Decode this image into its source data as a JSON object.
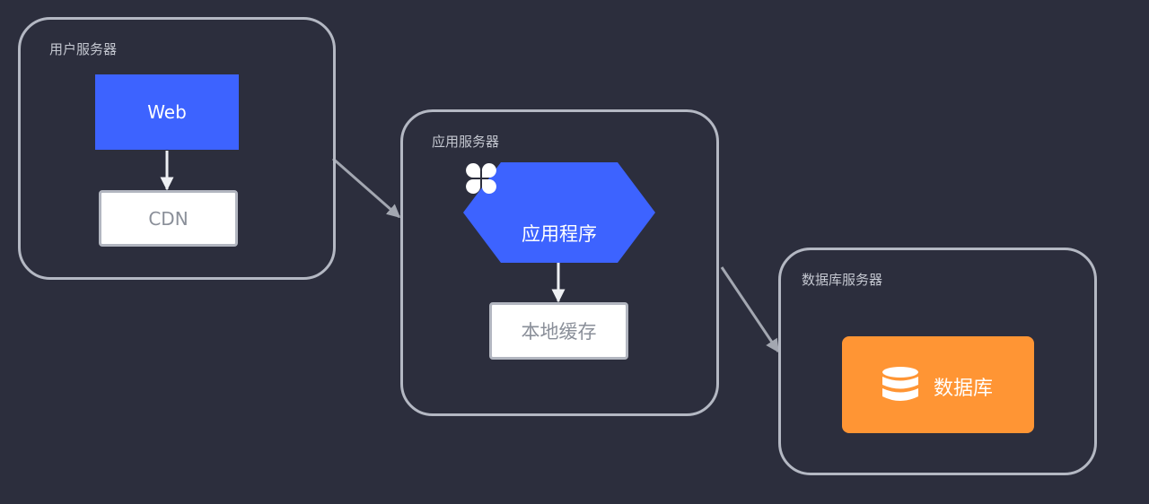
{
  "groups": {
    "user_server": {
      "label": "用户服务器"
    },
    "app_server": {
      "label": "应用服务器"
    },
    "db_server": {
      "label": "数据库服务器"
    }
  },
  "nodes": {
    "web": {
      "label": "Web"
    },
    "cdn": {
      "label": "CDN"
    },
    "app": {
      "label": "应用程序",
      "icon": "four-petal-icon"
    },
    "cache": {
      "label": "本地缓存"
    },
    "database": {
      "label": "数据库",
      "icon": "database-icon"
    }
  },
  "colors": {
    "background": "#2c2e3d",
    "group_border": "#b4b8c3",
    "connector": "#a3a7b1",
    "web": "#3d63ff",
    "app": "#3d63ff",
    "database": "#ff9534",
    "white_node_text": "#8a8f99"
  }
}
